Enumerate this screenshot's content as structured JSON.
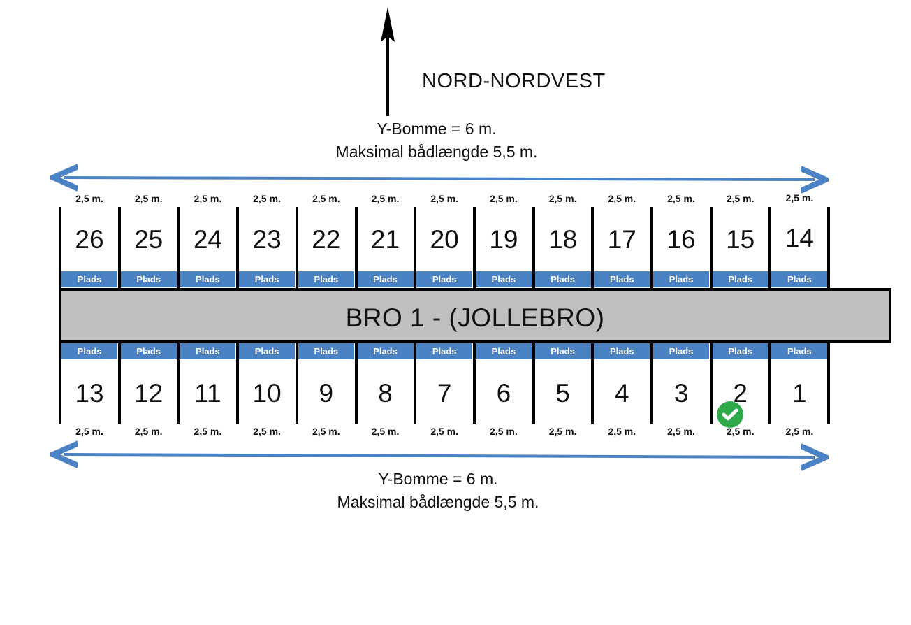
{
  "compass": {
    "label": "NORD-NORDVEST",
    "arrow_icon": "north-arrow-icon"
  },
  "notes": {
    "top": {
      "line1": "Y-Bomme = 6 m.",
      "line2": "Maksimal bådlængde 5,5 m."
    },
    "bottom": {
      "line1": "Y-Bomme = 6 m.",
      "line2": "Maksimal bådlængde 5,5 m."
    }
  },
  "pier": {
    "label": "BRO 1 - (JOLLEBRO)"
  },
  "berths_top": [
    {
      "number": "26",
      "width": "2,5 m.",
      "plads": "Plads"
    },
    {
      "number": "25",
      "width": "2,5 m.",
      "plads": "Plads"
    },
    {
      "number": "24",
      "width": "2,5 m.",
      "plads": "Plads"
    },
    {
      "number": "23",
      "width": "2,5 m.",
      "plads": "Plads"
    },
    {
      "number": "22",
      "width": "2,5 m.",
      "plads": "Plads"
    },
    {
      "number": "21",
      "width": "2,5 m.",
      "plads": "Plads"
    },
    {
      "number": "20",
      "width": "2,5 m.",
      "plads": "Plads"
    },
    {
      "number": "19",
      "width": "2,5 m.",
      "plads": "Plads"
    },
    {
      "number": "18",
      "width": "2,5 m.",
      "plads": "Plads"
    },
    {
      "number": "17",
      "width": "2,5 m.",
      "plads": "Plads"
    },
    {
      "number": "16",
      "width": "2,5 m.",
      "plads": "Plads"
    },
    {
      "number": "15",
      "width": "2,5 m.",
      "plads": "Plads"
    },
    {
      "number": "14",
      "width": "2,5 m.",
      "plads": "Plads"
    }
  ],
  "berths_bottom": [
    {
      "number": "13",
      "width": "2,5 m.",
      "plads": "Plads"
    },
    {
      "number": "12",
      "width": "2,5 m.",
      "plads": "Plads"
    },
    {
      "number": "11",
      "width": "2,5 m.",
      "plads": "Plads"
    },
    {
      "number": "10",
      "width": "2,5 m.",
      "plads": "Plads"
    },
    {
      "number": "9",
      "width": "2,5 m.",
      "plads": "Plads"
    },
    {
      "number": "8",
      "width": "2,5 m.",
      "plads": "Plads"
    },
    {
      "number": "7",
      "width": "2,5 m.",
      "plads": "Plads"
    },
    {
      "number": "6",
      "width": "2,5 m.",
      "plads": "Plads"
    },
    {
      "number": "5",
      "width": "2,5 m.",
      "plads": "Plads"
    },
    {
      "number": "4",
      "width": "2,5 m.",
      "plads": "Plads"
    },
    {
      "number": "3",
      "width": "2,5 m.",
      "plads": "Plads"
    },
    {
      "number": "2",
      "width": "2,5 m.",
      "plads": "Plads",
      "selected": true
    },
    {
      "number": "1",
      "width": "2,5 m.",
      "plads": "Plads"
    }
  ],
  "colors": {
    "accent_blue": "#4a82c4",
    "pier_gray": "#bfbfbf",
    "check_green": "#2faa4a"
  },
  "selected_marker_icon": "check-circle-icon"
}
